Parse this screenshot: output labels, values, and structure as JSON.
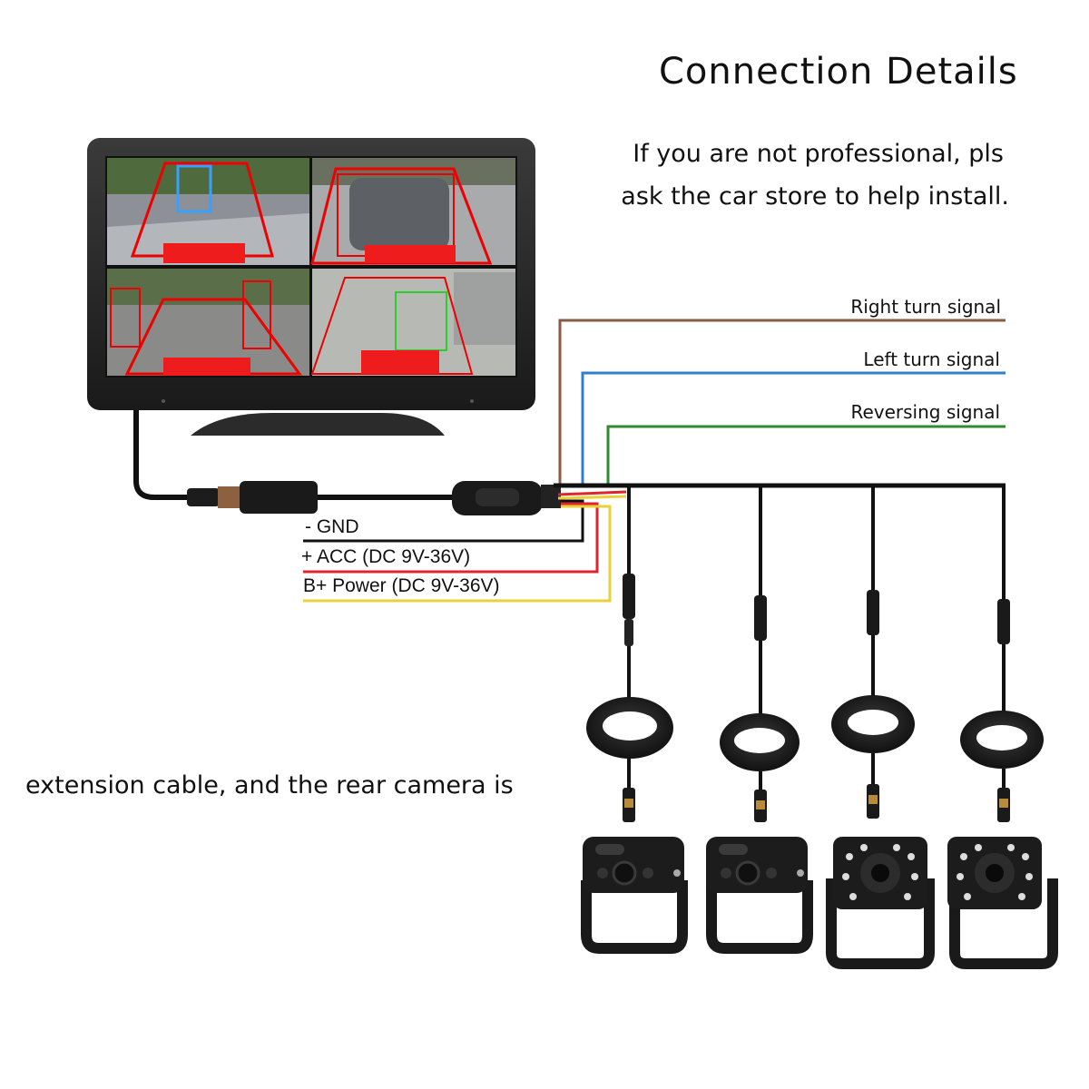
{
  "title": "Connection Details",
  "notice": {
    "line1": "If you are not professional, pls",
    "line2": "ask the car store to help install."
  },
  "signals": {
    "right_turn": "Right turn signal",
    "left_turn": "Left turn signal",
    "reversing": "Reversing signal"
  },
  "power_wires": {
    "gnd": "-  GND",
    "acc": "+ ACC (DC 9V-36V)",
    "bplus": "B+ Power (DC 9V-36V)"
  },
  "caption": "extension cable, and the rear camera is",
  "colors": {
    "right_turn_wire": "#8a5a44",
    "left_turn_wire": "#2f7fd0",
    "reversing_wire": "#2e8b2e",
    "gnd_wire": "#111111",
    "acc_wire": "#e0242c",
    "bplus_wire": "#e8d23a"
  }
}
